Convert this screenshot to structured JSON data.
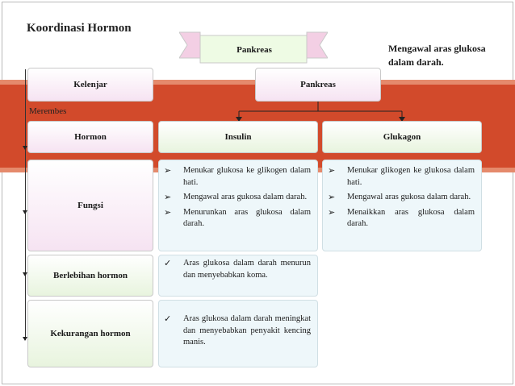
{
  "title": "Koordinasi Hormon",
  "ribbon_label": "Pankreas",
  "note": "Mengawal aras glukosa dalam darah.",
  "merembes_label": "Merembes",
  "left_labels": {
    "kelenjar": "Kelenjar",
    "hormon": "Hormon",
    "fungsi": "Fungsi",
    "berlebihan": "Berlebihan hormon",
    "kekurangan": "Kekurangan hormon"
  },
  "gland_box": "Pankreas",
  "hormones": {
    "insulin": "Insulin",
    "glukagon": "Glukagon"
  },
  "insulin_functions": [
    "Menukar glukosa ke glikogen dalam hati.",
    "Mengawal aras gukosa dalam darah.",
    "Menurunkan aras glukosa dalam darah."
  ],
  "glukagon_functions": [
    "Menukar glikogen ke glukosa dalam hati.",
    "Mengawal aras gukosa dalam darah.",
    "Menaikkan aras glukosa dalam darah."
  ],
  "berlebihan_effect": "Aras glukosa dalam darah menurun dan menyebabkan koma.",
  "kekurangan_effect": "Aras glukosa dalam darah meningkat dan menyebabkan penyakit kencing manis.",
  "colors": {
    "band": "#d24a2b",
    "band_light": "#e58a6c",
    "pink_box": "#f6e3f2",
    "green_box": "#e8f4de",
    "blue_box": "#eef7fa"
  },
  "icons": {
    "bullet": "arrow-bullet-icon",
    "check": "checkmark-icon"
  }
}
